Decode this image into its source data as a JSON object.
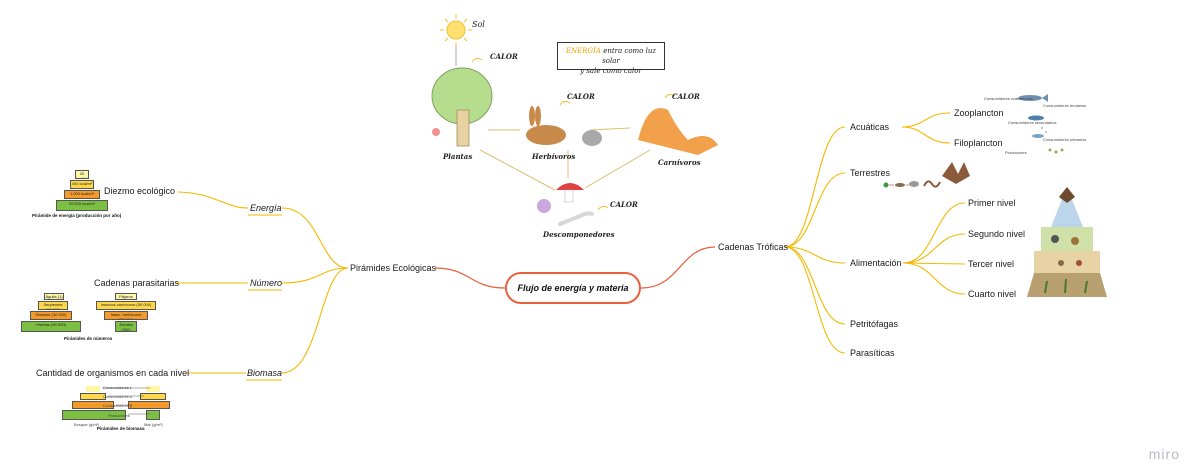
{
  "central": "Flujo de energía y materia",
  "left": {
    "root": "Pirámides Ecológicas",
    "energia": {
      "label": "Energía",
      "leaf": "Diezmo ecológico",
      "pyramid": [
        "20 kcal/m²",
        "400 kcal/m²",
        "1.000 kcal/m²",
        "20.000 kcal/m²"
      ],
      "caption": "Pirámide de energía (producción por año)"
    },
    "numero": {
      "label": "Número",
      "leaf": "Cadenas parasitarias",
      "pyramid_a": [
        "Águila (1)",
        "Serpientes (15.000)",
        "Ratones (30.000)",
        "Hierbas (90.000)"
      ],
      "pyramid_b": [
        "Pájaros (500)",
        "Insectos carnívoros (50.000)",
        "Insec. herbívoros (30.000)",
        "Árboles (200)"
      ],
      "caption": "Pirámides de números"
    },
    "biomasa": {
      "label": "Biomasa",
      "leaf": "Cantidad de organismos en cada nivel",
      "rows": [
        "Consumidores t.",
        "Consumidores s.",
        "Consumidores p.",
        "Productores"
      ],
      "foot_a": "Bosque (g/m²)",
      "foot_b": "Mar (g/m²)",
      "caption": "Pirámides de biomasa"
    }
  },
  "right": {
    "root": "Cadenas Tróficas",
    "acuaticas": {
      "label": "Acuáticas",
      "zoo": "Zooplancton",
      "fito": "Filoplancton",
      "tags": [
        "Consumidores cuaternarios",
        "Consumidores terciarios",
        "Consumidores secundarios",
        "Consumidores primarios",
        "Productores"
      ]
    },
    "terrestres": "Terrestres",
    "alimentacion": {
      "label": "Alimentación",
      "levels": [
        "Primer nivel",
        "Segundo nivel",
        "Tercer nivel",
        "Cuarto nivel"
      ]
    },
    "petritofagas": "Petritófagas",
    "parasiticas": "Parasíticas"
  },
  "energy_diagram": {
    "sol": "Sol",
    "calor": "CALOR",
    "plantas": "Plantas",
    "herbivoros": "Herbívoros",
    "carnivoros": "Carnívoros",
    "descomponedores": "Descomponedores",
    "note_hl": "ENERGÍA",
    "note_rest": " entra como luz solar",
    "note_line2": "y sale como calor"
  },
  "watermark": "miro",
  "colors": {
    "branch": "#f5b800",
    "central_border": "#e8603c",
    "central_link": "#e8603c"
  }
}
